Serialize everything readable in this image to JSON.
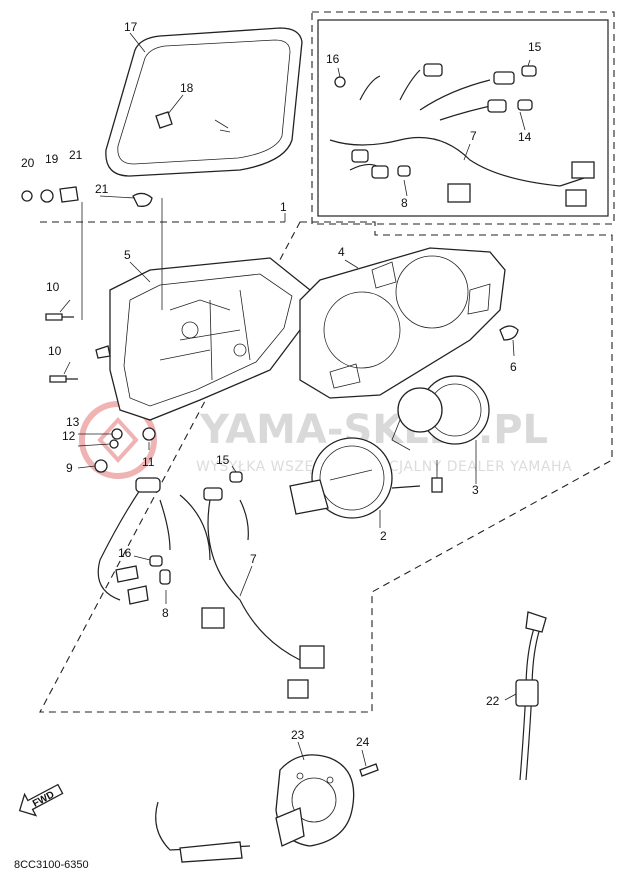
{
  "watermark": {
    "brand": "YAMA-SKLEP.PL",
    "tagline": "WYSYŁKA WSZĘDZIE · OFICJALNY DEALER YAMAHA",
    "accent": "#e8a3a3"
  },
  "direction_badge": "FWD",
  "diagram_code": "8CC3100-6350",
  "callouts": {
    "c1": "1",
    "c2": "2",
    "c3": "3",
    "c4": "4",
    "c5": "5",
    "c6": "6",
    "c7a": "7",
    "c7b": "7",
    "c8a": "8",
    "c8b": "8",
    "c9": "9",
    "c10a": "10",
    "c10b": "10",
    "c11": "11",
    "c12": "12",
    "c13": "13",
    "c14": "14",
    "c15a": "15",
    "c15b": "15",
    "c16a": "16",
    "c16b": "16",
    "c17": "17",
    "c18": "18",
    "c19": "19",
    "c20": "20",
    "c21a": "21",
    "c21b": "21",
    "c22": "22",
    "c23": "23",
    "c24": "24"
  }
}
